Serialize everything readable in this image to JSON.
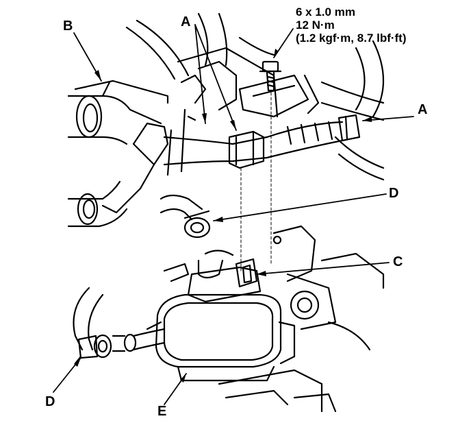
{
  "torque_spec": {
    "bolt_size": "6 x 1.0 mm",
    "torque": "12 N·m",
    "torque_alt": "(1.2 kgf·m, 8.7 lbf·ft)"
  },
  "callouts": {
    "a_top": "A",
    "a_right": "A",
    "b": "B",
    "c": "C",
    "d_right": "D",
    "d_bottom": "D",
    "e": "E"
  }
}
